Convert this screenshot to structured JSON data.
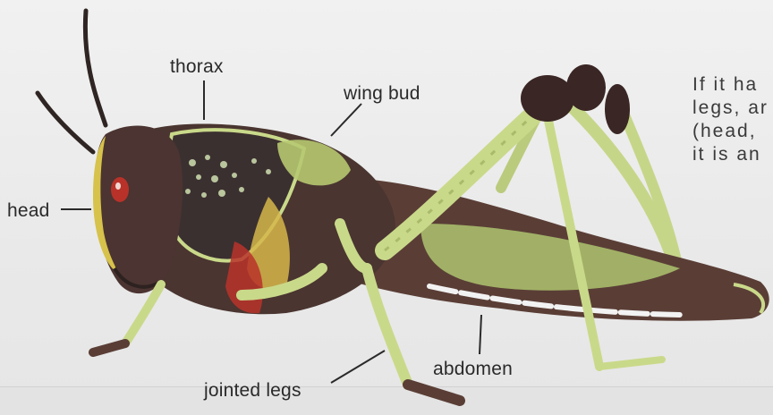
{
  "labels": {
    "head": "head",
    "thorax": "thorax",
    "wing_bud": "wing bud",
    "abdomen": "abdomen",
    "jointed_legs": "jointed legs"
  },
  "side_text": {
    "line1": "If it ha",
    "line2": "legs, ar",
    "line3": "(head,",
    "line4": "it is an"
  },
  "colors": {
    "background": "#eeeeee",
    "body_dark": "#3f2d2a",
    "leg_green": "#c9d98a",
    "accent_red": "#b8322a",
    "label_text": "#2a2a2a"
  }
}
